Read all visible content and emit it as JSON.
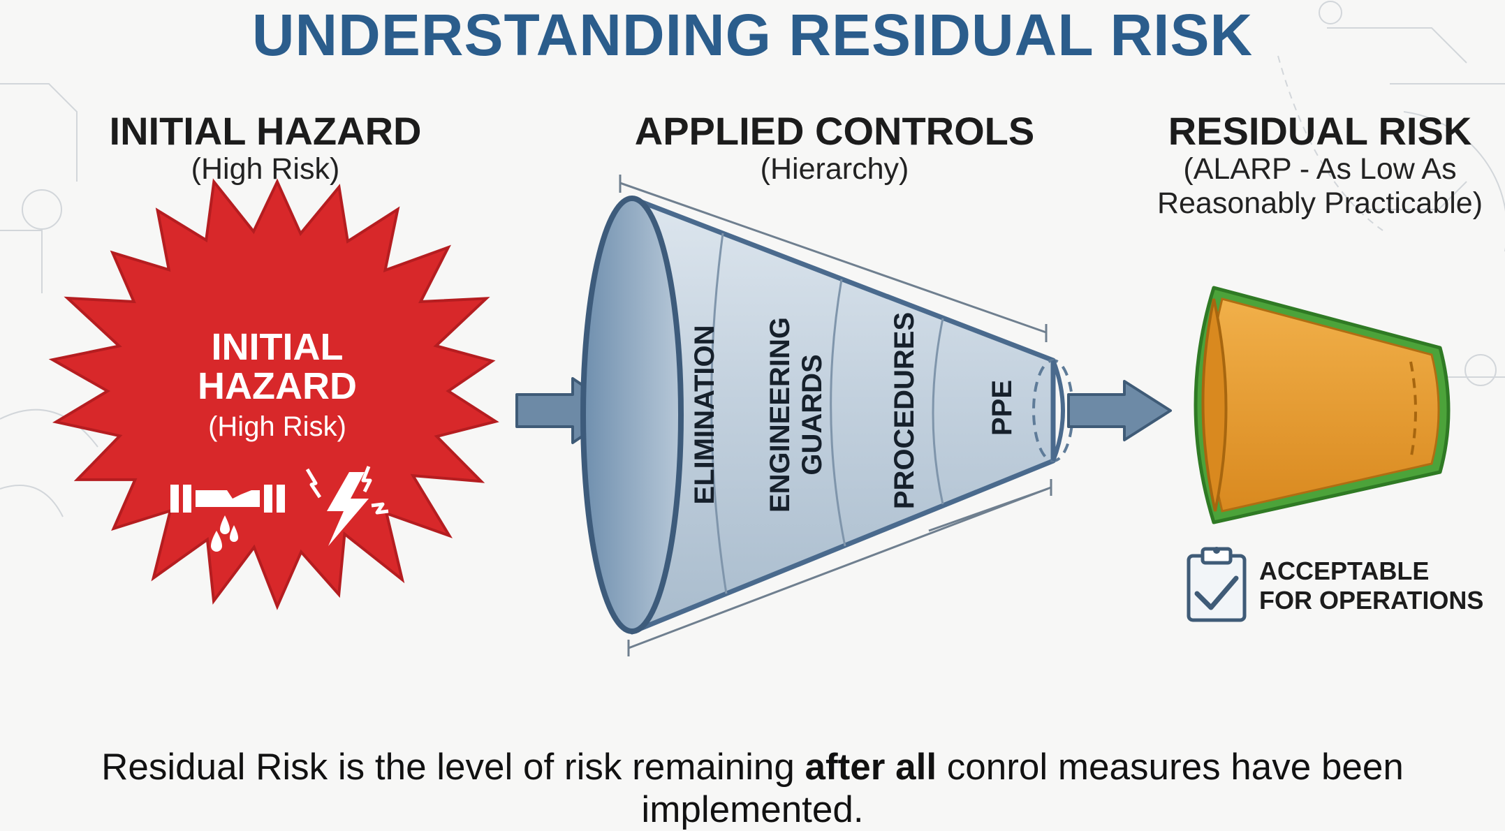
{
  "title": "UNDERSTANDING RESIDUAL RISK",
  "columns": {
    "initial": {
      "heading": "INITIAL HAZARD",
      "sub": "(High Risk)"
    },
    "controls": {
      "heading": "APPLIED CONTROLS",
      "sub": "(Hierarchy)"
    },
    "residual": {
      "heading": "RESIDUAL RISK",
      "sub_line1": "(ALARP - As Low As",
      "sub_line2": "Reasonably Practicable)"
    }
  },
  "starburst": {
    "line1": "INITIAL",
    "line2": "HAZARD",
    "line3": "(High Risk)",
    "icons": [
      "leaking-pipe-icon",
      "electric-shock-icon"
    ]
  },
  "funnel_bands": [
    {
      "line1": "ELIMINATION",
      "line2": ""
    },
    {
      "line1": "ENGINEERING",
      "line2": "GUARDS"
    },
    {
      "line1": "PROCEDURES",
      "line2": ""
    },
    {
      "line1": "PPE",
      "line2": ""
    }
  ],
  "acceptable": {
    "line1": "ACCEPTABLE",
    "line2": "FOR OPERATIONS",
    "icon": "clipboard-check-icon"
  },
  "footer": {
    "before": "Residual Risk is the level of risk remaining ",
    "bold": "after all",
    "after": " conrol measures have been implemented."
  },
  "colors": {
    "title": "#2b5d8c",
    "hazard_red": "#d8282a",
    "funnel_fill": "#c9d6e2",
    "funnel_stroke": "#4a6a8d",
    "arrow": "#6d8aa6",
    "residual_orange": "#e79a2e",
    "residual_green": "#4ca33a"
  }
}
